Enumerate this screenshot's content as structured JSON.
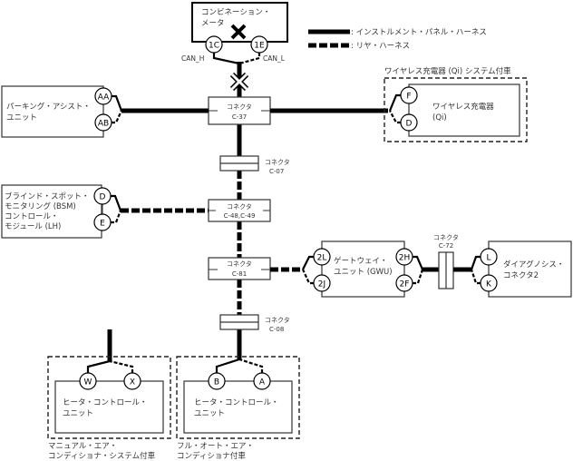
{
  "legend": {
    "solid_label": ": インストルメント・パネル・ハーネス",
    "dashed_label": ": リヤ・ハーネス"
  },
  "combination_meter": {
    "label_line1": "コンビネーション・",
    "label_line2": "メータ",
    "status": "fault-x",
    "pin_left": "1C",
    "pin_right": "1E",
    "signal_left": "CAN_H",
    "signal_right": "CAN_L"
  },
  "connectors": {
    "c37": {
      "label": "コネクタ",
      "code": "C-37"
    },
    "c07": {
      "label": "コネクタ",
      "code": "C-07"
    },
    "c48": {
      "label": "コネクタ",
      "code": "C-48,C-49"
    },
    "c81": {
      "label": "コネクタ",
      "code": "C-81"
    },
    "c08": {
      "label": "コネクタ",
      "code": "C-08"
    },
    "c72": {
      "label": "コネクタ",
      "code": "C-72"
    }
  },
  "parking_assist": {
    "line1": "パーキング・アシスト・",
    "line2": "ユニット",
    "pin_top": "AA",
    "pin_bottom": "AB"
  },
  "wireless_charger": {
    "group_label": "ワイヤレス充電器 (Qi) システム付車",
    "line1": "ワイヤレス充電器",
    "line2": "(Qi)",
    "pin_top": "F",
    "pin_bottom": "D"
  },
  "bsm": {
    "line1": "ブラインド・スポット・",
    "line2": "モニタリング (BSM)",
    "line3": "コントロール・",
    "line4": "モジュール (LH)",
    "pin_top": "D",
    "pin_bottom": "E"
  },
  "gateway": {
    "line1": "ゲートウェイ・",
    "line2": "ユニット (GWU)",
    "pin_left_top": "2L",
    "pin_left_bottom": "2J",
    "pin_right_top": "2H",
    "pin_right_bottom": "2F"
  },
  "diag_connector": {
    "line1": "ダイアグノシス・",
    "line2": "コネクタ2",
    "pin_top": "L",
    "pin_bottom": "K"
  },
  "heater_manual": {
    "line1": "ヒータ・コントロール・",
    "line2": "ユニット",
    "pin_left": "W",
    "pin_right": "X",
    "group_line1": "マニュアル・エア・",
    "group_line2": "コンディショナ・システム付車"
  },
  "heater_auto": {
    "line1": "ヒータ・コントロール・",
    "line2": "ユニット",
    "pin_left": "B",
    "pin_right": "A",
    "group_line1": "フル・オート・エア・",
    "group_line2": "コンディショナ付車"
  }
}
